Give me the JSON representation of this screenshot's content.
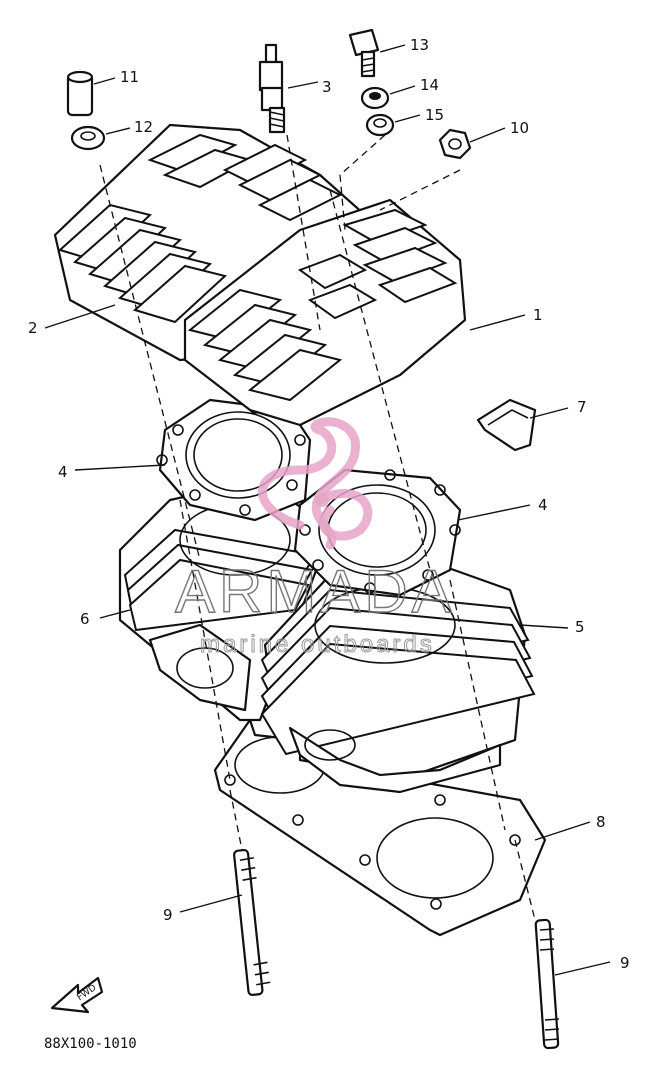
{
  "diagram": {
    "callouts": [
      {
        "id": "c1",
        "label": "1"
      },
      {
        "id": "c2",
        "label": "2"
      },
      {
        "id": "c3",
        "label": "3"
      },
      {
        "id": "c4a",
        "label": "4"
      },
      {
        "id": "c4b",
        "label": "4"
      },
      {
        "id": "c5",
        "label": "5"
      },
      {
        "id": "c6",
        "label": "6"
      },
      {
        "id": "c7",
        "label": "7"
      },
      {
        "id": "c8",
        "label": "8"
      },
      {
        "id": "c9a",
        "label": "9"
      },
      {
        "id": "c9b",
        "label": "9"
      },
      {
        "id": "c10",
        "label": "10"
      },
      {
        "id": "c11",
        "label": "11"
      },
      {
        "id": "c12",
        "label": "12"
      },
      {
        "id": "c13",
        "label": "13"
      },
      {
        "id": "c14",
        "label": "14"
      },
      {
        "id": "c15",
        "label": "15"
      }
    ],
    "fwd_label": "FWD",
    "diagram_code": "88X100-1010"
  },
  "watermark": {
    "brand": "ARMADA",
    "tagline": "marine outboards",
    "logo_color": "#e6a4c8"
  },
  "colors": {
    "line": "#111111",
    "background": "#ffffff"
  }
}
